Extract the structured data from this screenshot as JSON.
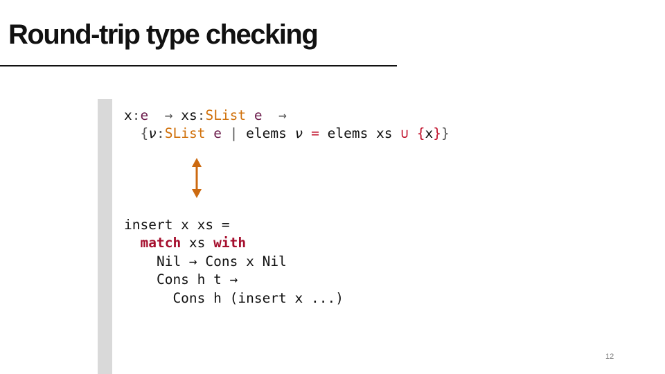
{
  "title": "Round-trip type checking",
  "type_sig": {
    "l1": [
      "x",
      ":",
      "e",
      "  → ",
      "xs",
      ":",
      "SList",
      " ",
      "e",
      "  →"
    ],
    "l2": [
      "  ",
      "{",
      "ν",
      ":",
      "SList",
      " ",
      "e",
      " | ",
      "elems ",
      "ν",
      " = ",
      "elems xs ",
      "∪",
      " ",
      "{",
      "x",
      "}",
      "}"
    ]
  },
  "code": {
    "l1": "insert x xs =",
    "l2_indent": "  ",
    "l2_kw1": "match",
    "l2_mid": " xs ",
    "l2_kw2": "with",
    "l3": "    Nil → Cons x Nil",
    "l4": "    Cons h t →",
    "l5": "      Cons h (insert x ...)"
  },
  "page_number": "12",
  "colors": {
    "type_var": "#6b1a4a",
    "type_con": "#d0700a",
    "op": "#c0102a",
    "keyword": "#a50e2d",
    "arrow": "#cc6a10"
  }
}
